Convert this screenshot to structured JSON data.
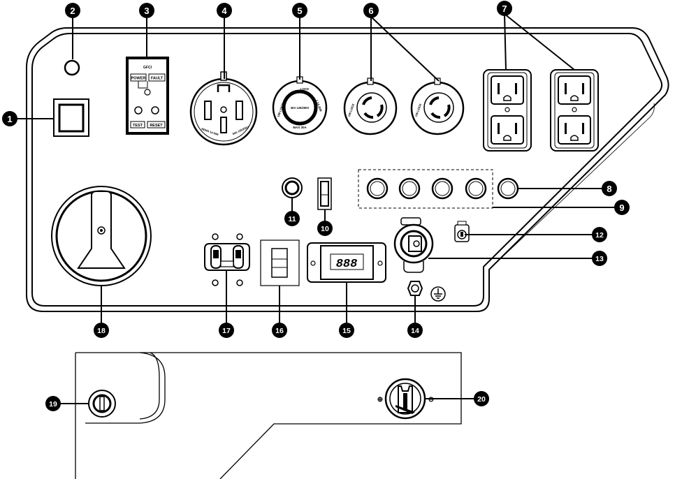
{
  "callouts": [
    "1",
    "2",
    "3",
    "4",
    "5",
    "6",
    "7",
    "8",
    "9",
    "10",
    "11",
    "12",
    "13",
    "14",
    "15",
    "16",
    "17",
    "18",
    "19",
    "20"
  ],
  "gfci": {
    "title": "GFCI",
    "power": "POWER",
    "fault": "FAULT",
    "test": "TEST",
    "reset": "RESET"
  },
  "display": {
    "digits": "888"
  },
  "receptacle_50a": {
    "rating": "50A 125/250V",
    "nema": "NEMA 14-50R"
  },
  "twist_lock_30a": {
    "center": "30A 125/250V",
    "ring_top": "LOCK",
    "ring_left": "UN LOCK",
    "ring_right": "L14-30R",
    "ring_bottom": "MAX 30A"
  },
  "twist_lock_small": {
    "ring": "UN LOCK"
  }
}
